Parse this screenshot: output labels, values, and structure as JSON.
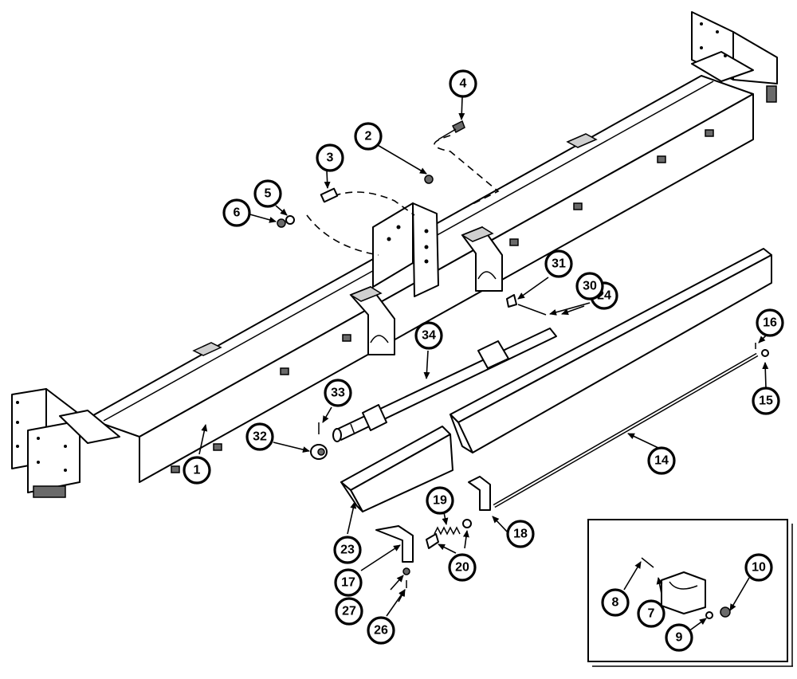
{
  "callouts": [
    {
      "id": "c1",
      "label": "1"
    },
    {
      "id": "c2",
      "label": "2"
    },
    {
      "id": "c3",
      "label": "3"
    },
    {
      "id": "c4",
      "label": "4"
    },
    {
      "id": "c5",
      "label": "5"
    },
    {
      "id": "c6",
      "label": "6"
    },
    {
      "id": "c7",
      "label": "7"
    },
    {
      "id": "c8",
      "label": "8"
    },
    {
      "id": "c9",
      "label": "9"
    },
    {
      "id": "c10",
      "label": "10"
    },
    {
      "id": "c14",
      "label": "14"
    },
    {
      "id": "c15",
      "label": "15"
    },
    {
      "id": "c16",
      "label": "16"
    },
    {
      "id": "c17",
      "label": "17"
    },
    {
      "id": "c18",
      "label": "18"
    },
    {
      "id": "c19",
      "label": "19"
    },
    {
      "id": "c20",
      "label": "20"
    },
    {
      "id": "c23",
      "label": "23"
    },
    {
      "id": "c24",
      "label": "24"
    },
    {
      "id": "c26",
      "label": "26"
    },
    {
      "id": "c27",
      "label": "27"
    },
    {
      "id": "c30",
      "label": "30"
    },
    {
      "id": "c31",
      "label": "31"
    },
    {
      "id": "c32",
      "label": "32"
    },
    {
      "id": "c33",
      "label": "33"
    },
    {
      "id": "c34",
      "label": "34"
    }
  ]
}
